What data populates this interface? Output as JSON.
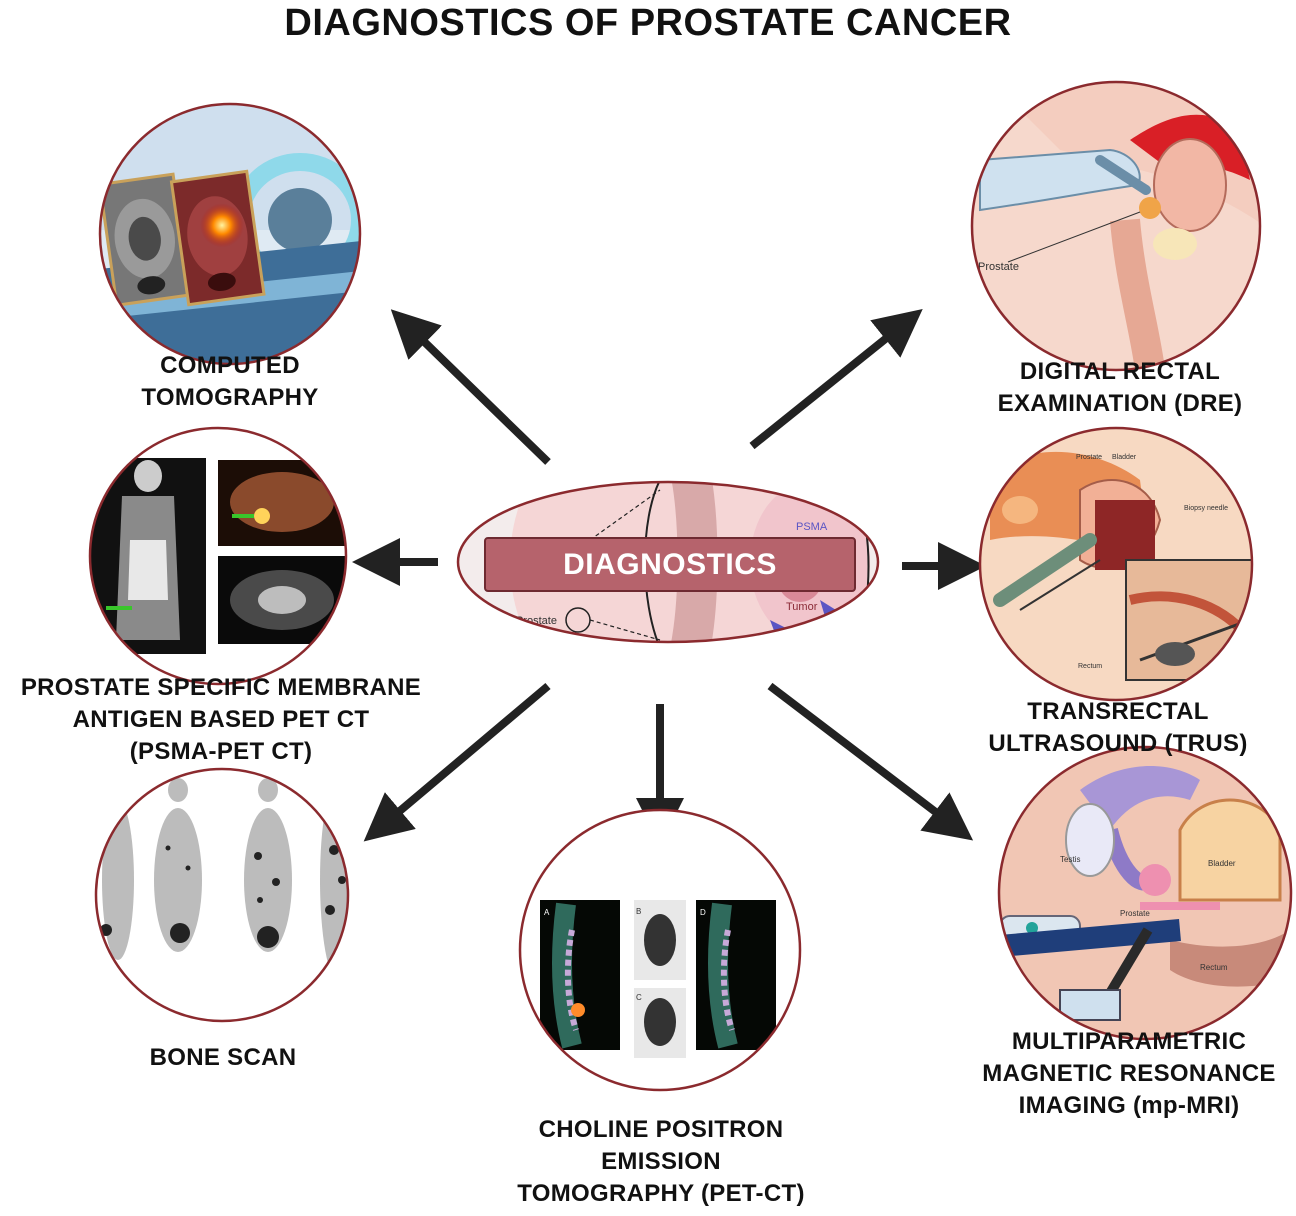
{
  "title": "DIAGNOSTICS OF PROSTATE CANCER",
  "center": {
    "label": "DIAGNOSTICS",
    "tags": {
      "psma": "PSMA",
      "tumor": "Tumor",
      "prostate": "Prostate"
    }
  },
  "methods": {
    "ct": {
      "lines": [
        "COMPUTED",
        "TOMOGRAPHY"
      ]
    },
    "dre": {
      "lines": [
        "DIGITAL RECTAL",
        "EXAMINATION (DRE)"
      ],
      "tag": "Prostate"
    },
    "psma": {
      "lines": [
        "PROSTATE SPECIFIC MEMBRANE",
        "ANTIGEN BASED PET CT",
        "(PSMA-PET CT)"
      ]
    },
    "trus": {
      "lines": [
        "TRANSRECTAL",
        "ULTRASOUND (TRUS)"
      ],
      "tags": [
        "Prostate",
        "Bladder",
        "Rectum",
        "Biopsy needle"
      ]
    },
    "bone": {
      "lines": [
        "BONE SCAN"
      ]
    },
    "choline": {
      "lines": [
        "CHOLINE POSITRON",
        "EMISSION",
        "TOMOGRAPHY (PET-CT)"
      ],
      "panels": [
        "A",
        "B",
        "C",
        "D"
      ]
    },
    "mri": {
      "lines": [
        "MULTIPARAMETRIC",
        "MAGNETIC RESONANCE",
        "IMAGING (mp-MRI)"
      ],
      "tags": [
        "Testis",
        "Bladder",
        "Prostate",
        "Rectum"
      ]
    }
  },
  "colors": {
    "ring": "#8b2a2e",
    "banner": "#b6636c",
    "arrow": "#222222",
    "text": "#111111"
  }
}
